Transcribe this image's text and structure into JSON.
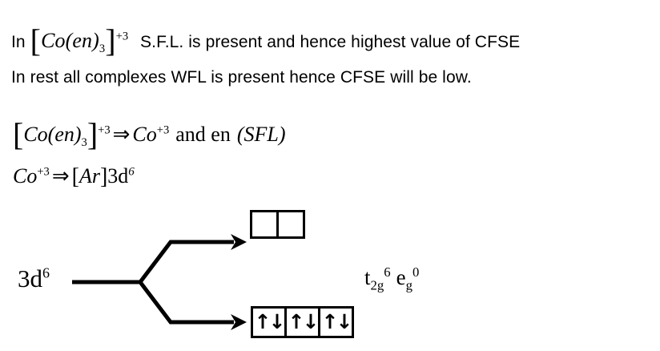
{
  "document": {
    "background_color": "#ffffff",
    "text_color": "#000000"
  },
  "lines": {
    "line1": {
      "prefix": "In",
      "bracket_open": "[",
      "complex": "Co(en)",
      "complex_sub": "3",
      "bracket_close": "]",
      "charge": "+3",
      "statement": "S.F.L. is present and hence highest value of CFSE"
    },
    "line2": {
      "text": "In rest all complexes WFL is present hence CFSE will be low."
    },
    "line3": {
      "bracket_open": "[",
      "complex": "Co(en)",
      "complex_sub": "3",
      "bracket_close": "]",
      "charge": "+3",
      "arrow": "⇒",
      "product": "Co",
      "product_charge": "+3",
      "conjunction": "and en",
      "ligand_field": "(SFL)"
    },
    "line4": {
      "ion": "Co",
      "ion_charge": "+3",
      "arrow": "⇒",
      "bracket_open": "[",
      "core": "Ar",
      "bracket_close": "]",
      "shell": "3d",
      "electrons": "6"
    }
  },
  "diagram": {
    "source_label": {
      "shell": "3d",
      "electrons": "6"
    },
    "term_label": {
      "t_symbol": "t",
      "t_sub": "2g",
      "t_sup": "6",
      "e_symbol": "e",
      "e_sub": "g",
      "e_sup": "0"
    },
    "eg_set": {
      "name": "eg",
      "box_count": 2,
      "occupancy": [
        "",
        ""
      ]
    },
    "t2g_set": {
      "name": "t2g",
      "box_count": 3,
      "occupancy": [
        "↑↓",
        "↑↓",
        "↑↓"
      ]
    }
  }
}
